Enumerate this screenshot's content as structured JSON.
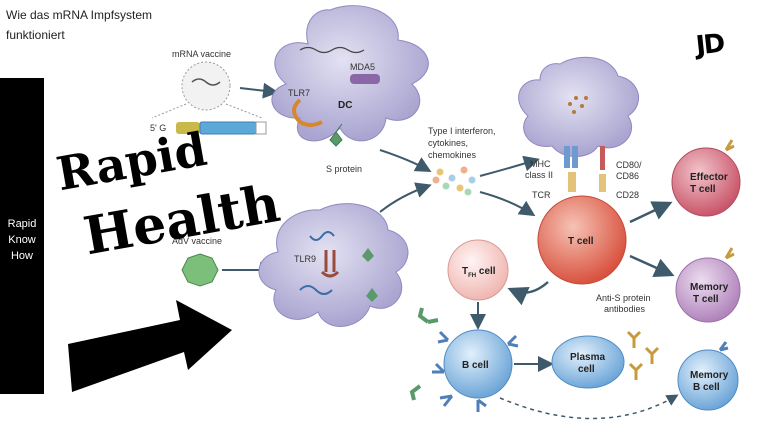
{
  "title": {
    "line1": "Wie das mRNA Impfsystem",
    "line2": "funktioniert"
  },
  "logo": "JD",
  "sidebar": {
    "line1": "Rapid",
    "line2": "Know",
    "line3": "How"
  },
  "brand": {
    "word1": "Rapid",
    "word2": "Health"
  },
  "labels": {
    "mrna_vaccine": "mRNA vaccine",
    "five_prime_g": "5' G",
    "mda5": "MDA5",
    "tlr7": "TLR7",
    "dc": "DC",
    "s_protein": "S protein",
    "type1_line1": "Type I interferon,",
    "type1_line2": "cytokines,",
    "type1_line3": "chemokines",
    "mhc_line1": "MHC",
    "mhc_line2": "class II",
    "tcr": "TCR",
    "cd80_line1": "CD80/",
    "cd80_line2": "CD86",
    "cd28": "CD28",
    "adv_vaccine": "AdV vaccine",
    "tlr9": "TLR9",
    "t_cell": "T cell",
    "tfh_main": "T",
    "tfh_sub": "FH",
    "tfh_suffix": " cell",
    "effector_line1": "Effector",
    "effector_line2": "T cell",
    "memory_t_line1": "Memory",
    "memory_t_line2": "T cell",
    "anti_s_line1": "Anti-S protein",
    "anti_s_line2": "antibodies",
    "b_cell": "B cell",
    "plasma_line1": "Plasma",
    "plasma_line2": "cell",
    "memory_b_line1": "Memory",
    "memory_b_line2": "B cell"
  },
  "colors": {
    "dc_cell": "#b9b5d8",
    "t_cell": "#e2685a",
    "b_cell": "#7fb4e0",
    "memory_t": "#bf9ac6",
    "effector": "#d9737f",
    "arrow": "#3f5a6a"
  }
}
